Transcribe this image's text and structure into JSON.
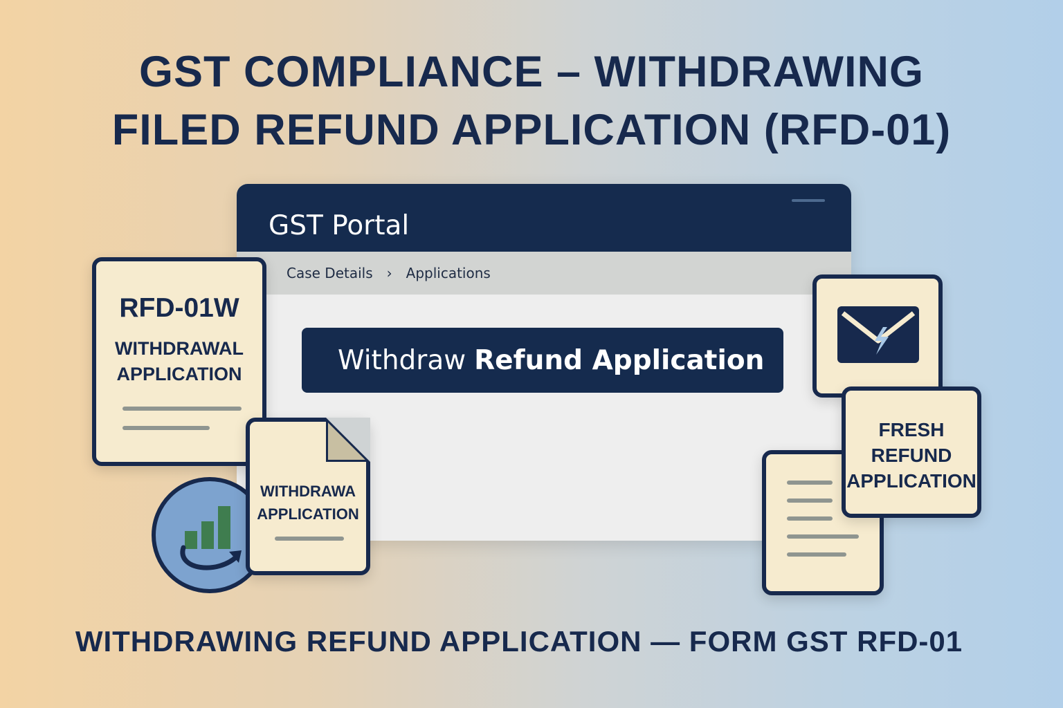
{
  "title": {
    "line1": "GST COMPLIANCE – WITHDRAWING",
    "line2": "FILED REFUND APPLICATION (RFD-01)"
  },
  "portal": {
    "title": "GST Portal",
    "breadcrumb": [
      "Case Details",
      "Applications"
    ],
    "breadcrumb_separator": "›",
    "withdraw_button": {
      "part1": "Withdraw",
      "part2": "Refund Application"
    }
  },
  "cards": {
    "rfd": {
      "code": "RFD-01W",
      "line1": "WITHDRAWAL",
      "line2": "APPLICATION"
    },
    "fold_doc": {
      "line1": "WITHDRAWA",
      "line2": "APPLICATION"
    },
    "fresh": {
      "line1": "FRESH",
      "line2": "REFUND",
      "line3": "APPLICATION"
    }
  },
  "icons": [
    "chart-refresh-icon",
    "email-lightning-icon",
    "document-icon"
  ],
  "footer": {
    "caption": "WITHDRAWING REFUND APPLICATION — FORM GST RFD-01"
  },
  "colors": {
    "navy": "#152b4e",
    "paper": "#f6ebcf",
    "chart_green": "#3f7d4f",
    "circle_blue": "#7da3cf"
  }
}
